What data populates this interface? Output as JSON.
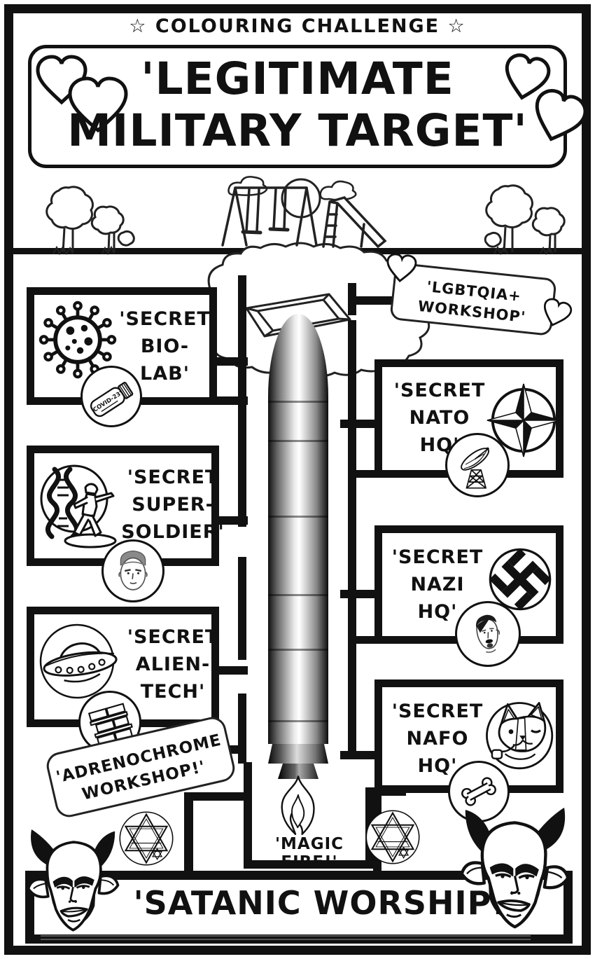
{
  "banner": {
    "star": "☆",
    "challenge_label": "COLOURING CHALLENGE",
    "title_line1": "'LEGITIMATE",
    "title_line2": "MILITARY TARGET'"
  },
  "signs": {
    "lgbtqia_line1": "'LGBTQIA+",
    "lgbtqia_line2": "WORKSHOP'",
    "adrenochrome_line1": "'ADRENOCHROME",
    "adrenochrome_line2": "WORKSHOP!'"
  },
  "boxes": {
    "bio_lab": {
      "line1": "'SECRET",
      "line2": "BIO-",
      "line3": "LAB'",
      "icon": "virus-icon",
      "badge_icon": "covid-vial-icon",
      "badge_text": "'COVID-23'"
    },
    "super_soldier": {
      "line1": "'SECRET",
      "line2": "SUPER-",
      "line3": "SOLDIER'",
      "icon": "dna-toy-soldier-icon",
      "badge_icon": "soldier-face-icon"
    },
    "alien_tech": {
      "line1": "'SECRET",
      "line2": "ALIEN-",
      "line3": "TECH'",
      "icon": "ufo-icon",
      "badge_icon": "bricks-icon"
    },
    "nato_hq": {
      "line1": "'SECRET",
      "line2": "NATO",
      "line3": "HQ'",
      "icon": "nato-compass-icon",
      "badge_icon": "satellite-dish-icon"
    },
    "nazi_hq": {
      "line1": "'SECRET",
      "line2": "NAZI",
      "line3": "HQ'",
      "icon": "swastika-icon",
      "badge_icon": "dictator-face-icon"
    },
    "nafo_hq": {
      "line1": "'SECRET",
      "line2": "NAFO",
      "line3": "HQ'",
      "icon": "corgi-icon",
      "badge_icon": "bone-icon"
    }
  },
  "captions": {
    "magic_fire": "'MAGIC FIRE!'",
    "satanic_worship": "'SATANIC WORSHIP!'"
  },
  "colors": {
    "ink": "#111111",
    "paper": "#ffffff"
  }
}
